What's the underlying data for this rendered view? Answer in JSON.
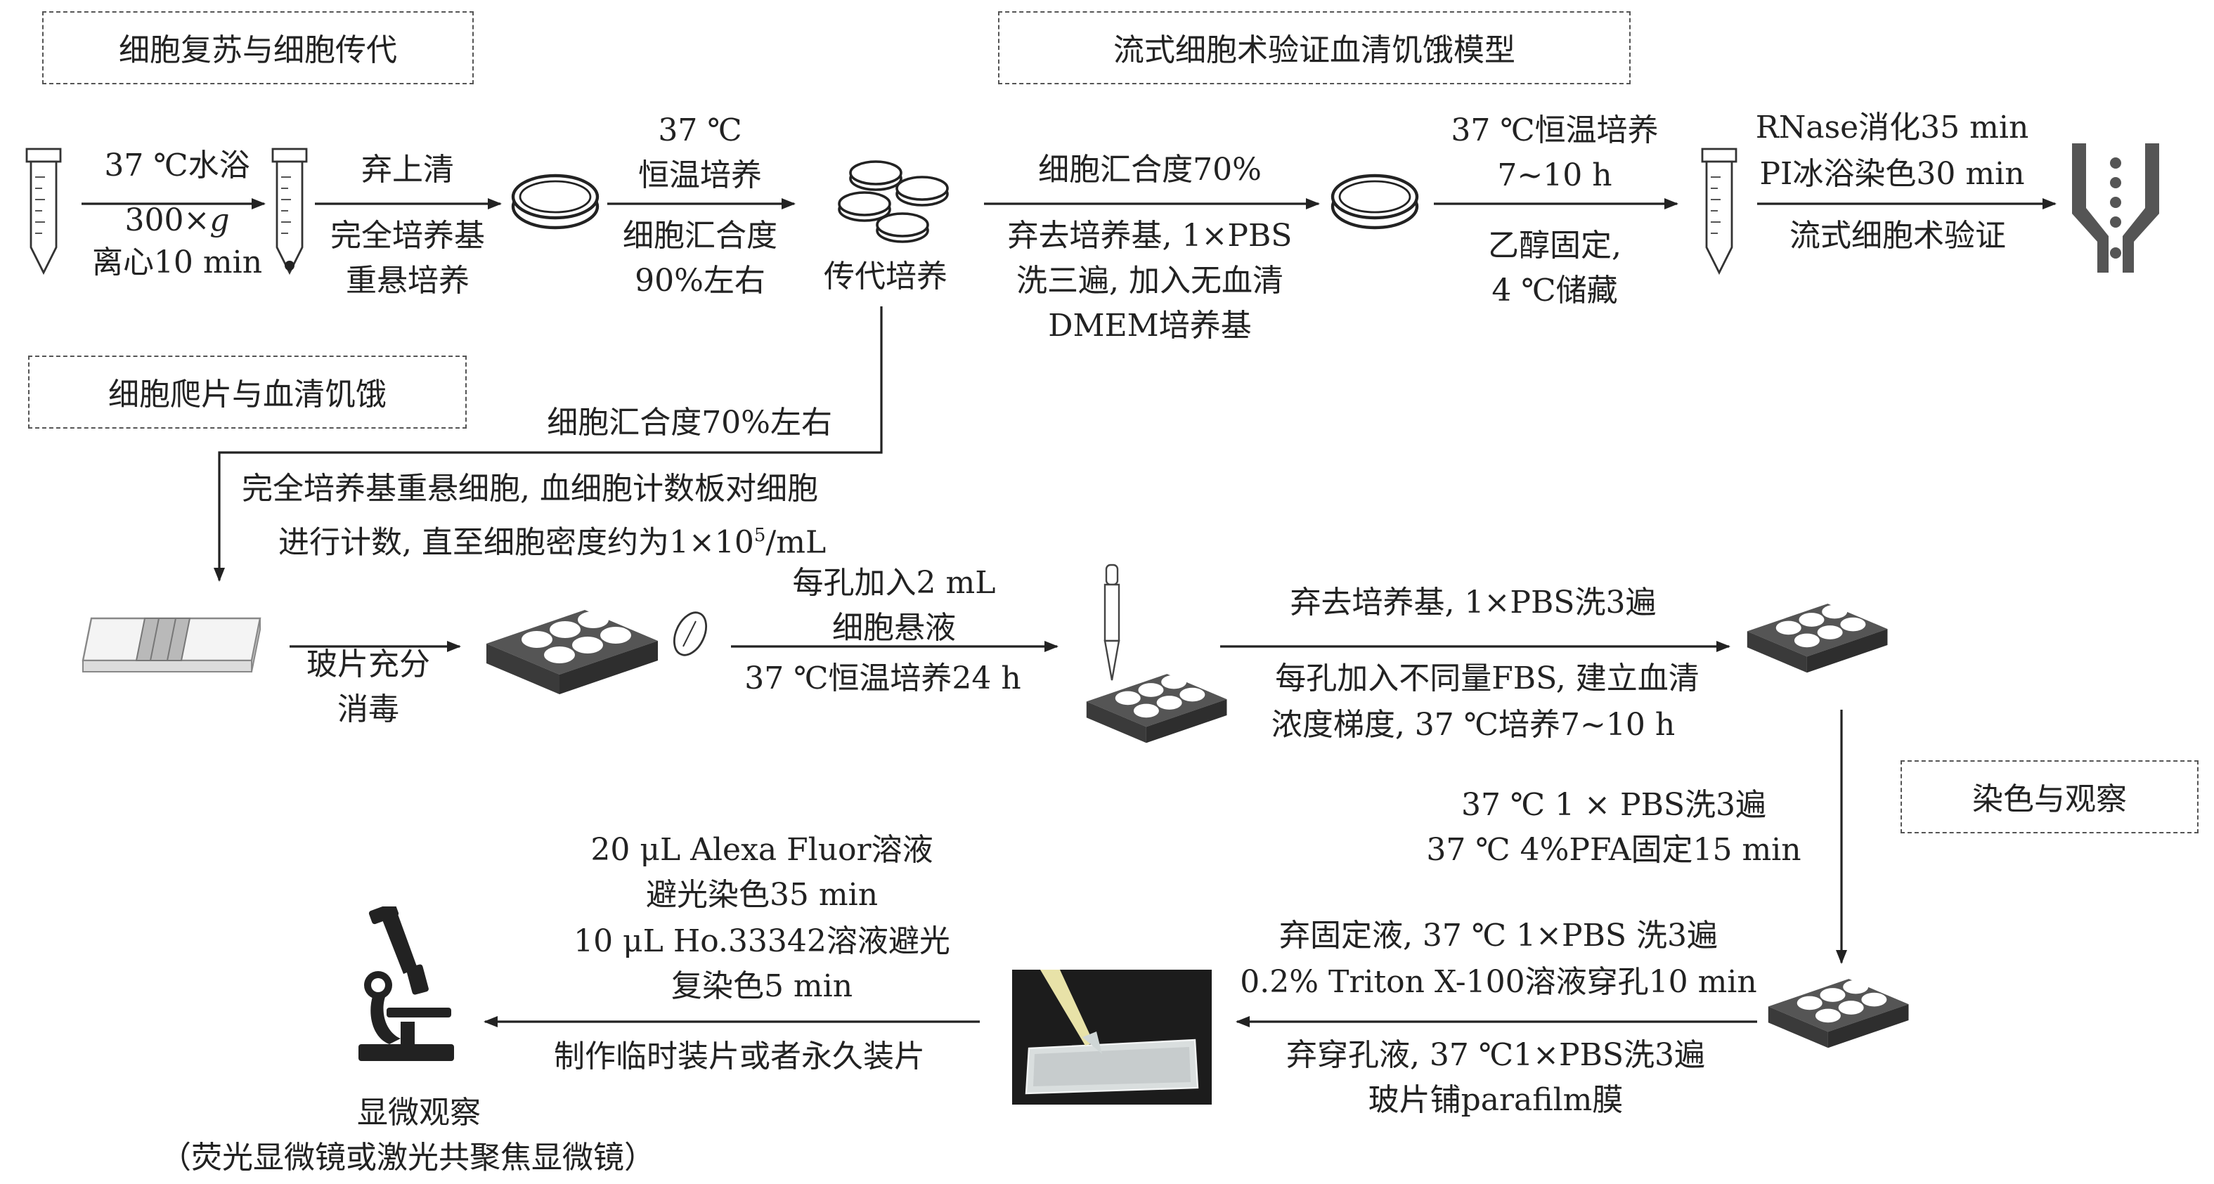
{
  "sections": {
    "recovery": "细胞复苏与细胞传代",
    "flow": "流式细胞术验证血清饥饿模型",
    "slide": "细胞爬片与血清饥饿",
    "stain": "染色与观察"
  },
  "row1": {
    "water_bath": "37 ℃水浴",
    "centrifuge_speed": "300×",
    "centrifuge_g": "g",
    "centrifuge_time": "离心10 min",
    "discard_sup": "弃上清",
    "resuspend_1": "完全培养基",
    "resuspend_2": "重悬培养",
    "incubate_temp": "37 ℃",
    "incubate_label": "恒温培养",
    "confluence_1": "细胞汇合度",
    "confluence_2": "90%左右",
    "passage": "传代培养",
    "confluence70": "细胞汇合度70%",
    "starve_1": "弃去培养基, 1×PBS",
    "starve_2": "洗三遍, 加入无血清",
    "starve_3": "DMEM培养基",
    "incubate2_1": "37 ℃恒温培养",
    "incubate2_2": "7~10 h",
    "fix_1": "乙醇固定,",
    "fix_2": "4 ℃储藏",
    "rnase": "RNase消化35 min",
    "pi": "PI冰浴染色30 min",
    "flow_verify": "流式细胞术验证"
  },
  "connector": {
    "confluence70_approx": "细胞汇合度70%左右",
    "resuspend_count_1": "完全培养基重悬细胞, 血细胞计数板对细胞",
    "resuspend_count_2": "进行计数, 直至细胞密度约为1×10",
    "density_exp": "5",
    "density_unit": "/mL"
  },
  "row2": {
    "disinfect_1": "玻片充分",
    "disinfect_2": "消毒",
    "add_1": "每孔加入2 mL",
    "add_2": "细胞悬液",
    "incubate24": "37 ℃恒温培养24 h",
    "discard_wash": "弃去培养基, 1×PBS洗3遍",
    "fbs_1": "每孔加入不同量FBS, 建立血清",
    "fbs_2": "浓度梯度, 37 ℃培养7~10 h"
  },
  "row3": {
    "wash3": "37 ℃ 1 × PBS洗3遍",
    "pfa": "37 ℃ 4%PFA固定15 min",
    "discard_fix": "弃固定液, 37 ℃ 1×PBS 洗3遍",
    "triton": "0.2% Triton X-100溶液穿孔10 min",
    "discard_perm": "弃穿孔液, 37 ℃1×PBS洗3遍",
    "parafilm": "玻片铺parafilm膜",
    "alexa_1": "20 μL Alexa Fluor溶液",
    "alexa_2": "避光染色35 min",
    "hoechst_1": "10 μL Ho.33342溶液避光",
    "hoechst_2": "复染色5 min",
    "mount": "制作临时装片或者永久装片",
    "observe": "显微观察",
    "microscope_type": "（荧光显微镜或激光共聚焦显微镜）"
  }
}
